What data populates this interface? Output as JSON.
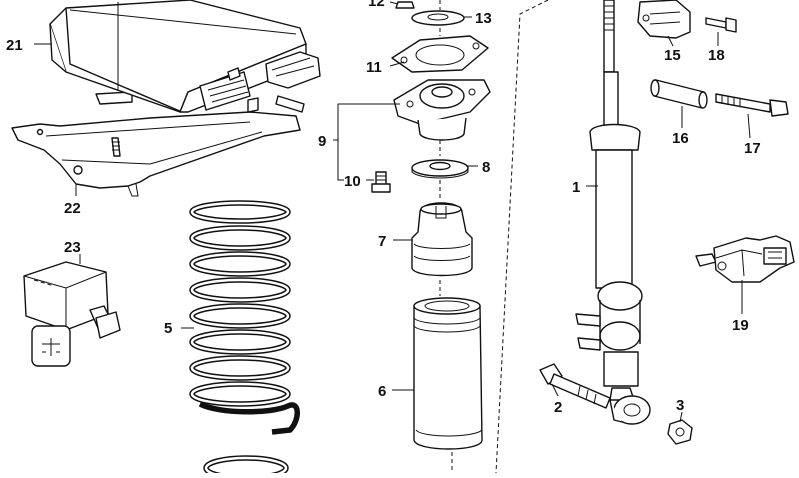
{
  "callouts": {
    "n1": "1",
    "n2": "2",
    "n3": "3",
    "n5": "5",
    "n6": "6",
    "n7": "7",
    "n8": "8",
    "n9": "9",
    "n10": "10",
    "n11": "11",
    "n12": "12",
    "n13": "13",
    "n15": "15",
    "n16": "16",
    "n17": "17",
    "n18": "18",
    "n19": "19",
    "n21": "21",
    "n22": "22",
    "n23": "23"
  }
}
